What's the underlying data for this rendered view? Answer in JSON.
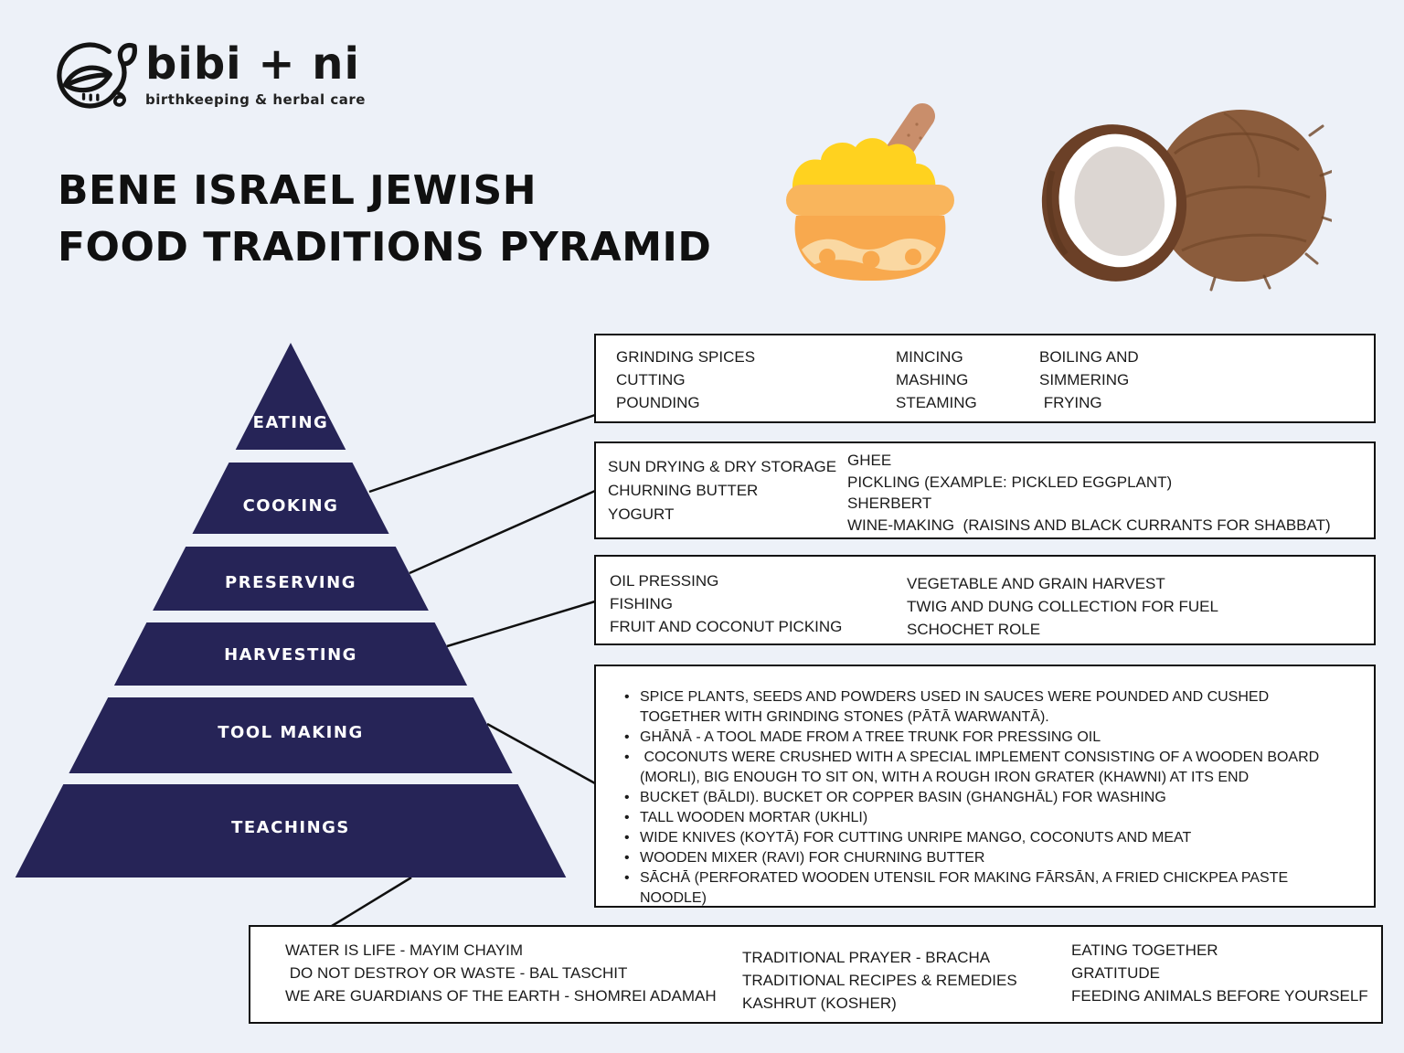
{
  "colors": {
    "background": "#edf1f8",
    "pyramid": "#262457",
    "box_border": "#101010",
    "connector_line": "#101010",
    "label_text": "#ffffff"
  },
  "logo": {
    "name": "bibi + ni",
    "tagline": "birthkeeping & herbal care",
    "icon": "leaf-belly-emblem-icon"
  },
  "title": {
    "line1": "BENE ISRAEL JEWISH",
    "line2": "FOOD TRADITIONS PYRAMID"
  },
  "illustrations": {
    "bowl": "bowl-of-ghee-with-spoon",
    "coconut": "halved-and-whole-coconut"
  },
  "pyramid": {
    "levels": [
      {
        "id": "eating",
        "label": "EATING"
      },
      {
        "id": "cooking",
        "label": "COOKING"
      },
      {
        "id": "preserving",
        "label": "PRESERVING"
      },
      {
        "id": "harvesting",
        "label": "HARVESTING"
      },
      {
        "id": "tool-making",
        "label": "TOOL MAKING"
      },
      {
        "id": "teachings",
        "label": "TEACHINGS"
      }
    ]
  },
  "boxes": {
    "cooking": {
      "col1": [
        "GRINDING SPICES",
        "CUTTING",
        "POUNDING"
      ],
      "col2": [
        "MINCING",
        "MASHING",
        "STEAMING"
      ],
      "col3": [
        "BOILING AND SIMMERING",
        " FRYING"
      ]
    },
    "preserving": {
      "col1": [
        "SUN DRYING & DRY STORAGE",
        "CHURNING BUTTER",
        "YOGURT"
      ],
      "col2": [
        "GHEE",
        "PICKLING (EXAMPLE: PICKLED EGGPLANT)",
        "SHERBERT",
        "WINE-MAKING  (RAISINS AND BLACK CURRANTS FOR SHABBAT)"
      ]
    },
    "harvesting": {
      "col1": [
        "OIL PRESSING",
        "FISHING",
        "FRUIT AND COCONUT PICKING"
      ],
      "col2": [
        "VEGETABLE AND GRAIN HARVEST",
        "TWIG AND DUNG COLLECTION FOR FUEL",
        "SCHOCHET ROLE"
      ]
    },
    "tool_making": {
      "bullets": [
        "SPICE PLANTS, SEEDS AND POWDERS USED IN SAUCES WERE POUNDED AND CUSHED TOGETHER WITH GRINDING STONES (PĀTĀ WARWANTĀ).",
        "GHĀNĀ - A TOOL MADE FROM A TREE TRUNK FOR PRESSING OIL",
        " COCONUTS WERE CRUSHED WITH A SPECIAL IMPLEMENT CONSISTING OF A WOODEN BOARD (MORLI), BIG ENOUGH TO SIT ON, WITH A ROUGH IRON GRATER (KHAWNI) AT ITS END",
        "BUCKET (BĀLDI). BUCKET OR COPPER BASIN (GHANGHĀL) FOR WASHING",
        "TALL WOODEN MORTAR (UKHLI)",
        "WIDE KNIVES (KOYTĀ) FOR CUTTING UNRIPE MANGO, COCONUTS AND MEAT",
        "WOODEN MIXER (RAVI) FOR CHURNING BUTTER",
        "SĀCHĀ (PERFORATED WOODEN UTENSIL FOR MAKING FĀRSĀN, A FRIED CHICKPEA PASTE NOODLE)"
      ]
    },
    "teachings": {
      "col1": [
        "WATER IS LIFE - MAYIM CHAYIM",
        " DO NOT DESTROY OR WASTE - BAL TASCHIT",
        "WE ARE GUARDIANS OF THE EARTH - SHOMREI ADAMAH"
      ],
      "col2": [
        "TRADITIONAL PRAYER - BRACHA",
        "TRADITIONAL RECIPES & REMEDIES",
        "KASHRUT (KOSHER)"
      ],
      "col3": [
        "EATING TOGETHER",
        "GRATITUDE",
        "FEEDING ANIMALS BEFORE YOURSELF"
      ]
    }
  }
}
